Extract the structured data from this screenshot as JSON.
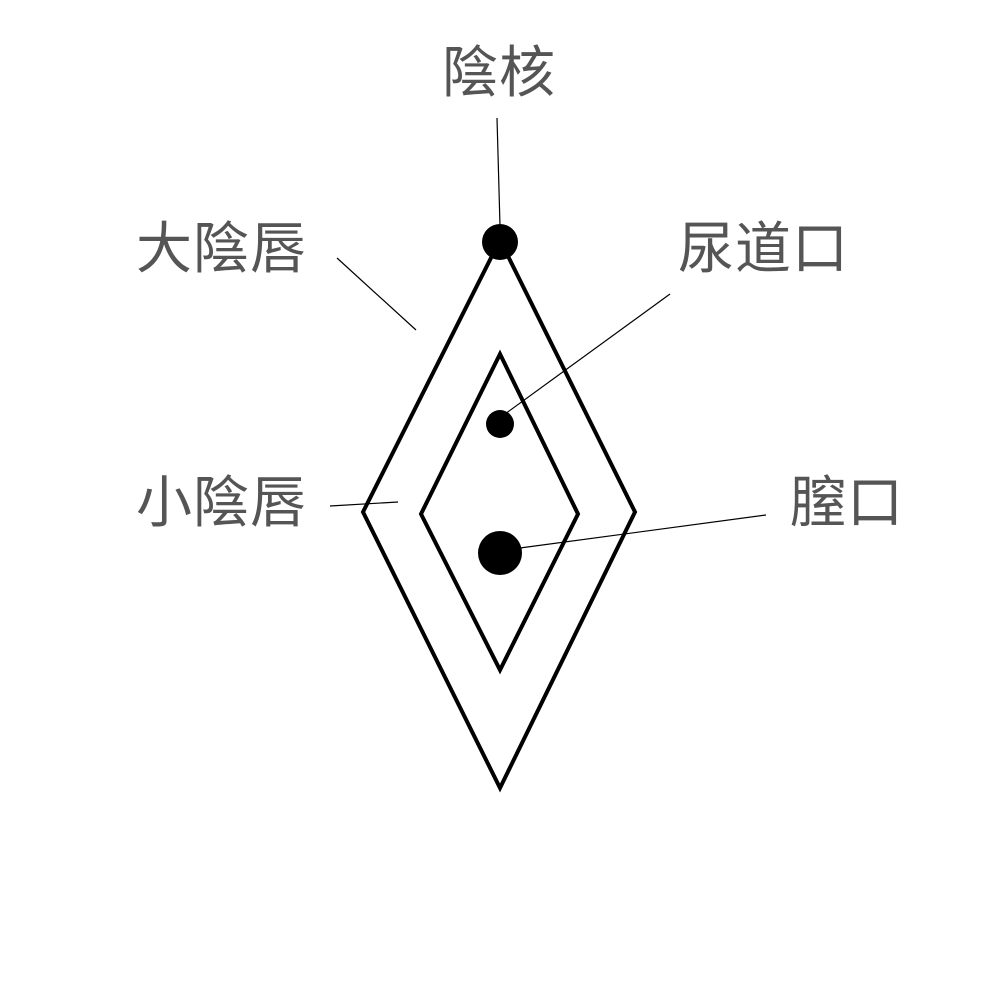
{
  "labels": {
    "clitoris": "陰核",
    "labia_majora": "大陰唇",
    "urethral_opening": "尿道口",
    "labia_minora": "小陰唇",
    "vaginal_opening": "膣口"
  },
  "colors": {
    "label_text": "#555555",
    "outline": "#000000",
    "background": "#ffffff"
  }
}
